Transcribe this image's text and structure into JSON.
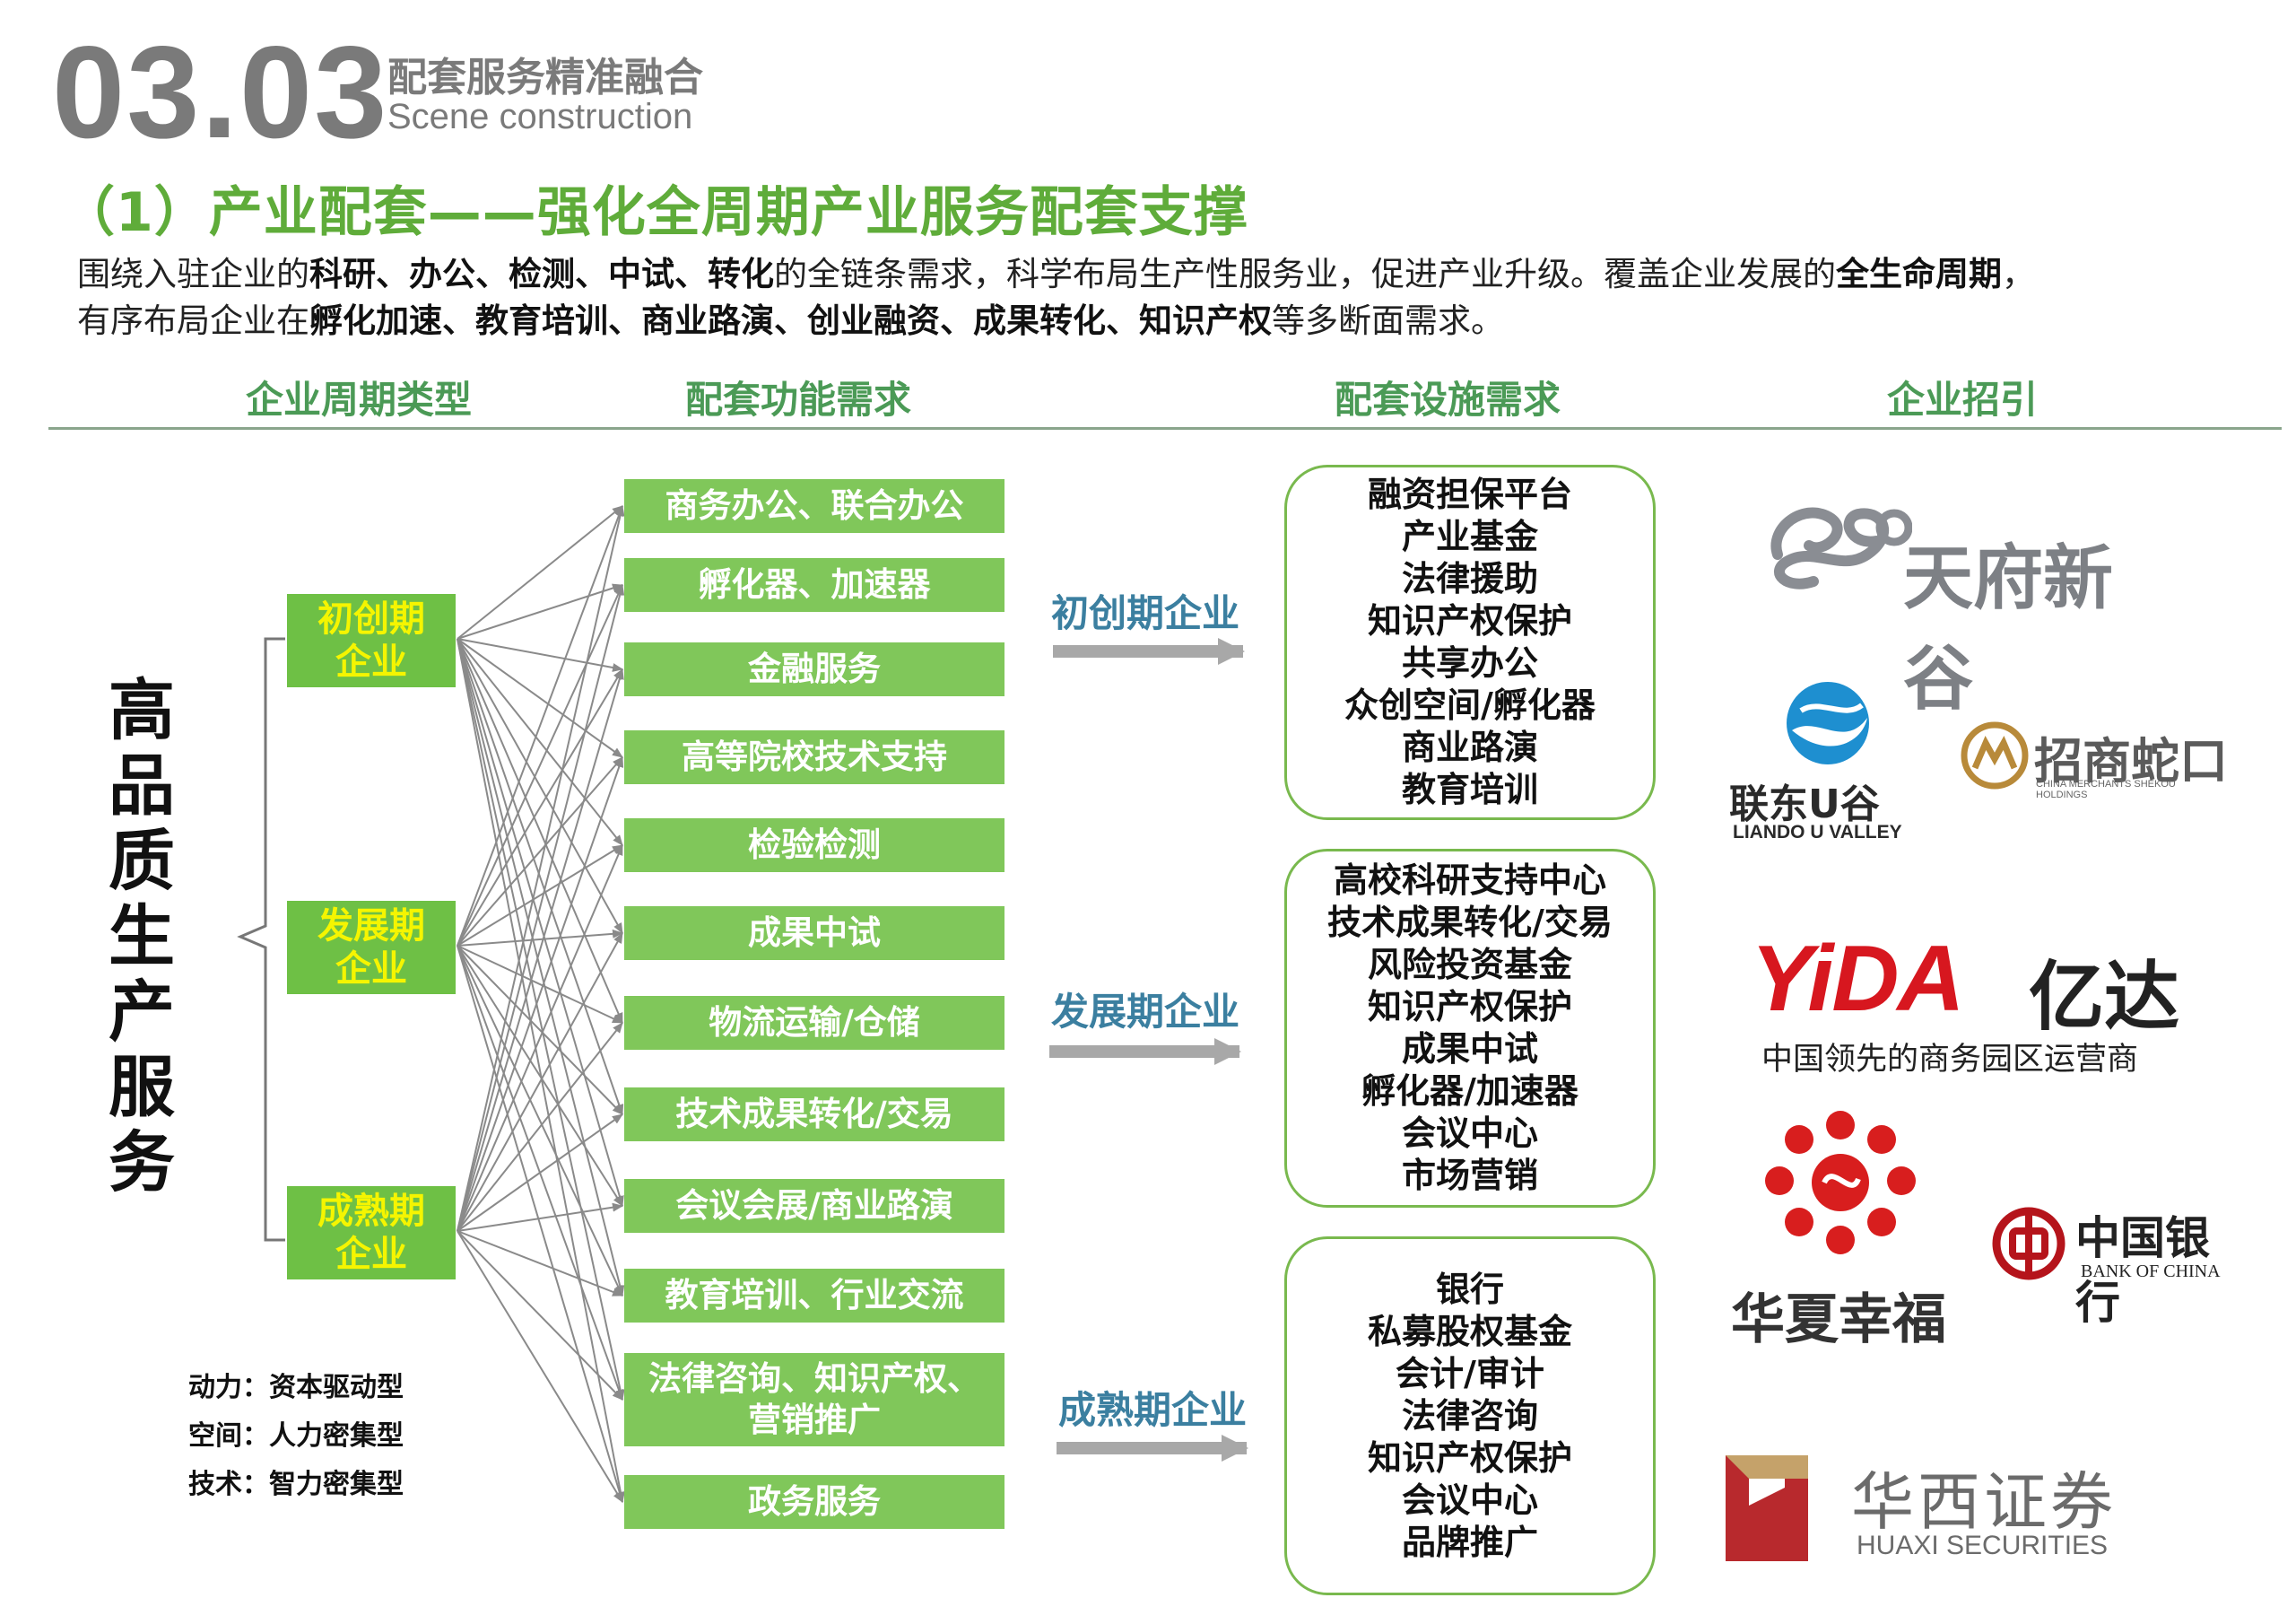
{
  "section": {
    "number": "03.03",
    "title_cn": "配套服务精准融合",
    "title_en": "Scene construction"
  },
  "heading": "（1）产业配套——强化全周期产业服务配套支撑",
  "intro": {
    "p1": "围绕入驻企业的",
    "b1": "科研、办公、检测、中试、转化",
    "p2": "的全链条需求，科学布局生产性服务业，促进产业升级。覆盖企业发展的",
    "b2": "全生命周期",
    "p3": "，",
    "p4": "有序布局企业在",
    "b3": "孵化加速、教育培训、商业路演、创业融资、成果转化、知识产权",
    "p5": "等多断面需求。"
  },
  "columns": [
    "企业周期类型",
    "配套功能需求",
    "配套设施需求",
    "企业招引"
  ],
  "vertical_title": [
    "高",
    "品",
    "质",
    "生",
    "产",
    "服",
    "务"
  ],
  "stages": [
    {
      "line1": "初创期",
      "line2": "企业"
    },
    {
      "line1": "发展期",
      "line2": "企业"
    },
    {
      "line1": "成熟期",
      "line2": "企业"
    }
  ],
  "functions": [
    "商务办公、联合办公",
    "孵化器、加速器",
    "金融服务",
    "高等院校技术支持",
    "检验检测",
    "成果中试",
    "物流运输/仓储",
    "技术成果转化/交易",
    "会议会展/商业路演",
    "教育培训、行业交流",
    "法律咨询、知识产权、营销推广",
    "政务服务"
  ],
  "arrow_labels": [
    "初创期企业",
    "发展期企业",
    "成熟期企业"
  ],
  "facilities": [
    [
      "融资担保平台",
      "产业基金",
      "法律援助",
      "知识产权保护",
      "共享办公",
      "众创空间/孵化器",
      "商业路演",
      "教育培训"
    ],
    [
      "高校科研支持中心",
      "技术成果转化/交易",
      "风险投资基金",
      "知识产权保护",
      "成果中试",
      "孵化器/加速器",
      "会议中心",
      "市场营销"
    ],
    [
      "银行",
      "私募股权基金",
      "会计/审计",
      "法律咨询",
      "知识产权保护",
      "会议中心",
      "品牌推广"
    ]
  ],
  "notes": [
    "动力：资本驱动型",
    "空间：人力密集型",
    "技术：智力密集型"
  ],
  "logos": {
    "tianfu": "天府新谷",
    "liandong_cn": "联东U谷",
    "liandong_en": "LIANDO U VALLEY",
    "zhaoshang_cn": "招商蛇口",
    "zhaoshang_en": "CHINA MERCHANTS SHEKOU HOLDINGS",
    "yida_en": "YiDA",
    "yida_cn": "亿达",
    "yida_sub": "中国领先的商务园区运营商",
    "huaxia": "华夏幸福",
    "boc_cn": "中国银行",
    "boc_en": "BANK OF CHINA",
    "huaxi_cn": "华西证券",
    "huaxi_en": "HUAXI SECURITIES"
  },
  "colors": {
    "green_heading": "#5fac3a",
    "stage_box": "#6ec045",
    "stage_text": "#f5f500",
    "func_box": "#80c75a",
    "arrow_label": "#3b7fa0",
    "yida_red": "#d7171f",
    "boc_red": "#b5141b"
  }
}
